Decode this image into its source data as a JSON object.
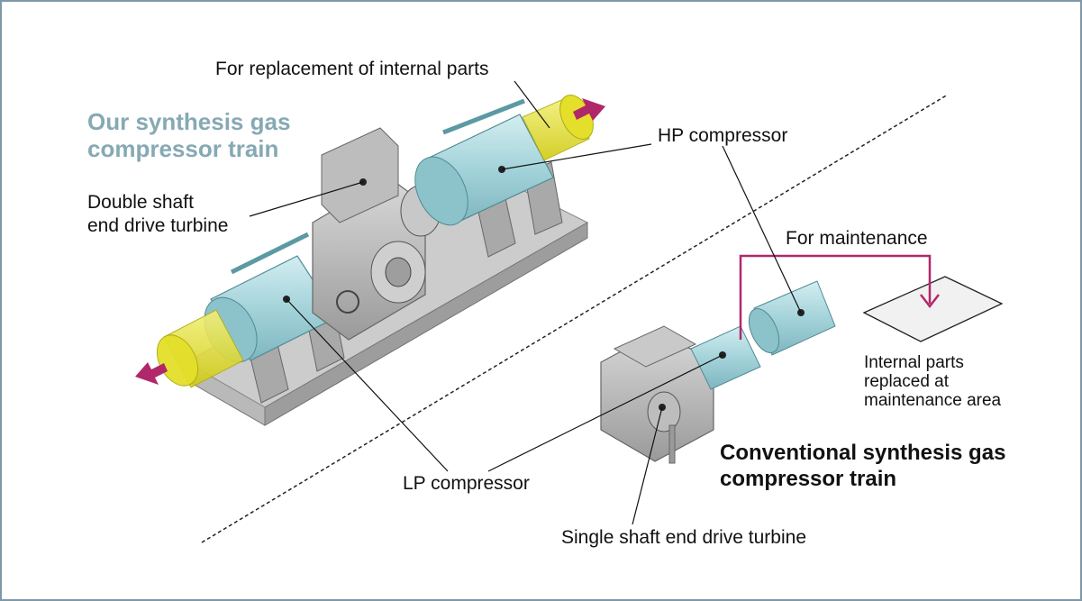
{
  "titles": {
    "ours": "Our synthesis gas compressor train",
    "conventional": "Conventional synthesis gas compressor train"
  },
  "labels": {
    "replacement": "For replacement of internal parts",
    "hp_compressor": "HP compressor",
    "double_shaft_line1": "Double shaft",
    "double_shaft_line2": "end drive turbine",
    "for_maintenance": "For maintenance",
    "internal_parts_line1": "Internal parts",
    "internal_parts_line2": "replaced at",
    "internal_parts_line3": "maintenance area",
    "lp_compressor": "LP compressor",
    "single_shaft": "Single shaft end drive turbine"
  },
  "colors": {
    "border": "#7f98a6",
    "teal_title": "#86a9b4",
    "casing": "#a9d6dc",
    "highlight": "#e6e21c",
    "turbine_gray": "#b8b8b8",
    "arrow_magenta": "#b0286a"
  }
}
